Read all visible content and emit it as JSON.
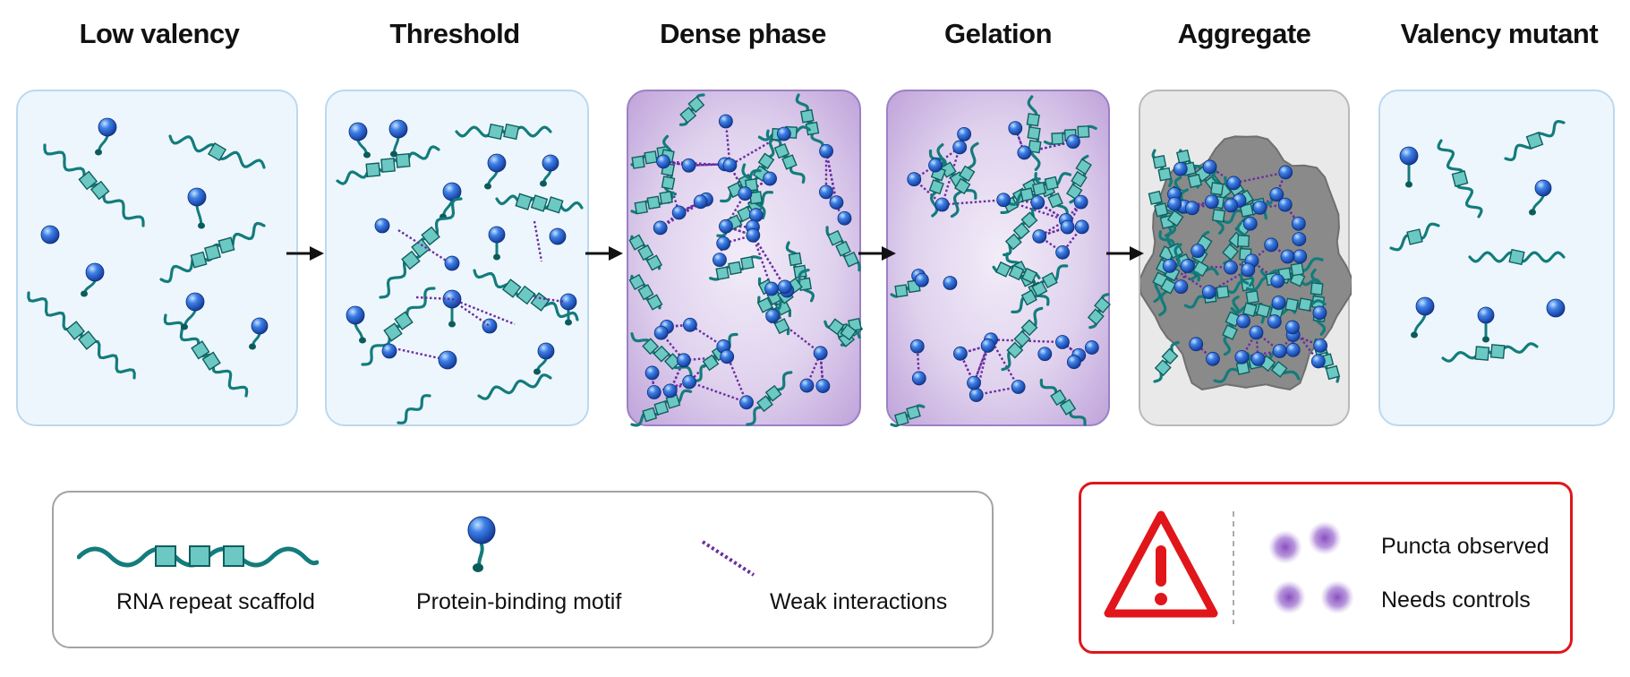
{
  "stages": [
    {
      "title": "Low valency"
    },
    {
      "title": "Threshold"
    },
    {
      "title": "Dense phase"
    },
    {
      "title": "Gelation"
    },
    {
      "title": "Aggregate"
    },
    {
      "title": "Valency mutant"
    }
  ],
  "legend": {
    "scaffold_label": "RNA repeat scaffold",
    "motif_label": "Protein-binding motif",
    "interaction_label": "Weak interactions"
  },
  "warning": {
    "line1": "Puncta observed",
    "line2": "Needs controls"
  },
  "colors": {
    "scaffold": "#137c7c",
    "repeat": "#6cc8c2",
    "motif": "#2a5fcf",
    "interaction": "#6a2ea0",
    "warning": "#e0161b",
    "puncta": "#9a62c9"
  }
}
